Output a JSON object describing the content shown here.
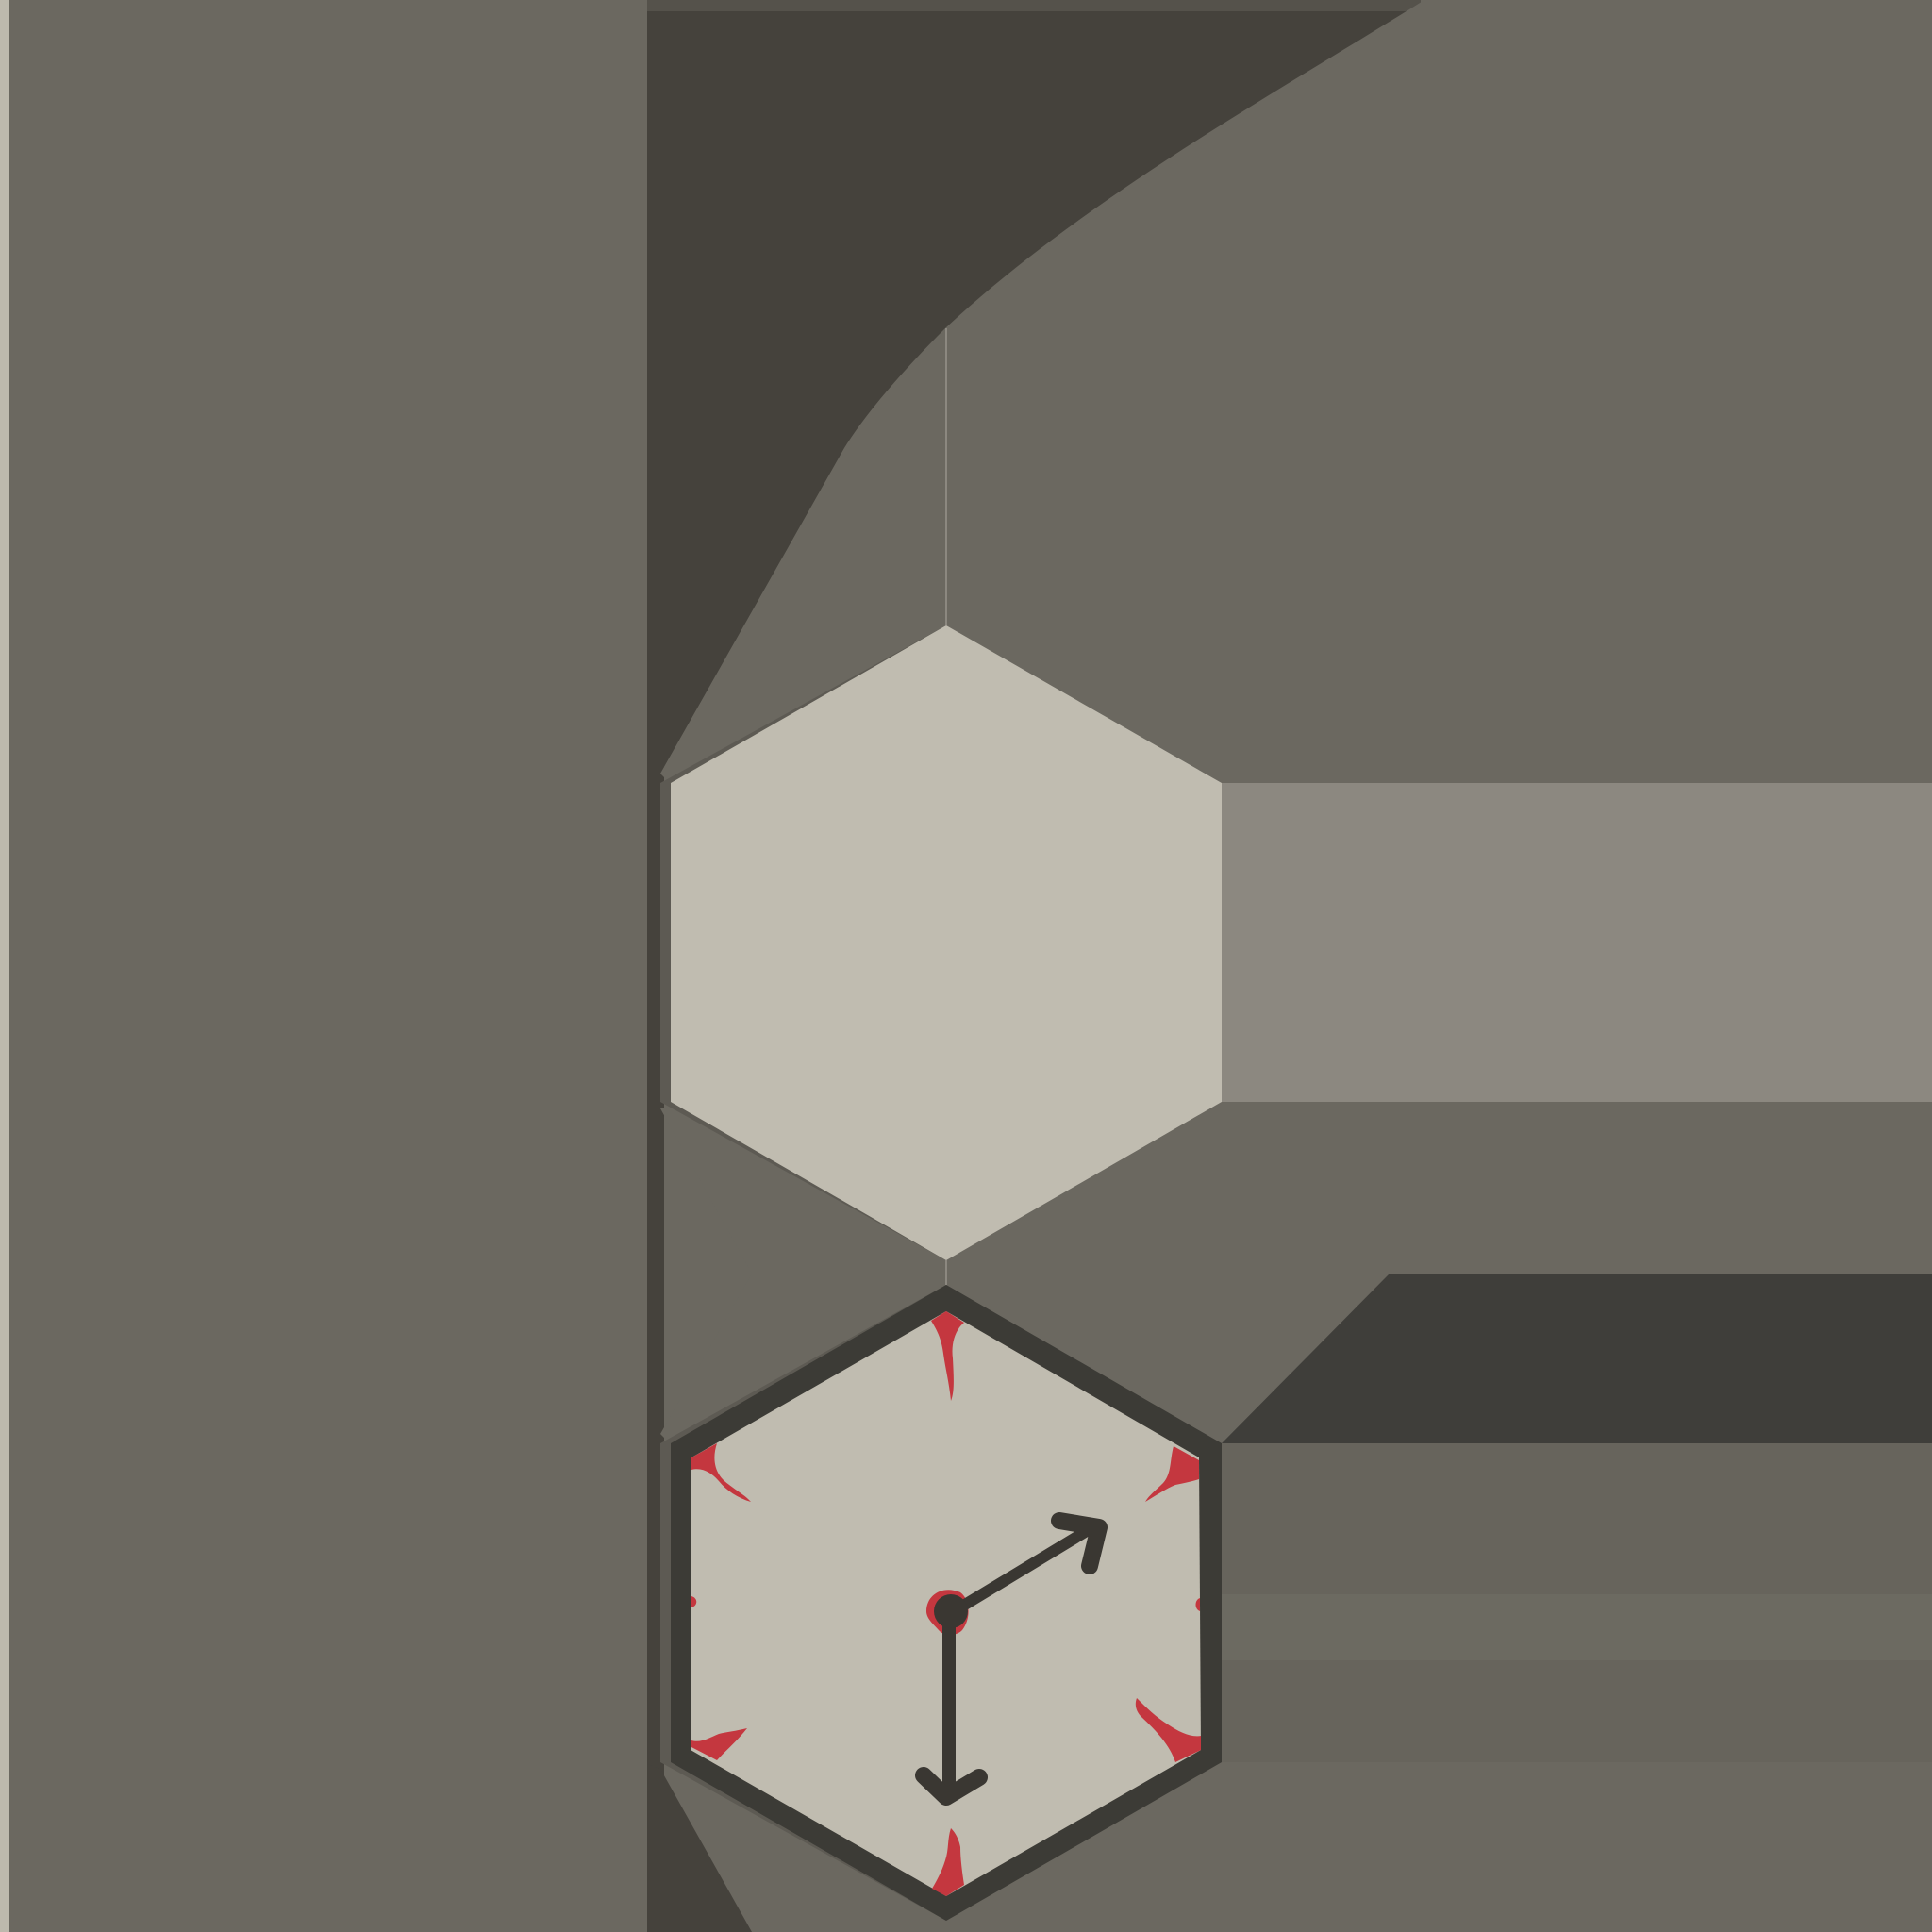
{
  "scene": {
    "palette": {
      "panel": "#6b6860",
      "dark_channel": "#45423c",
      "hex_face": "#c0bcb0",
      "right_band": "#8c8880",
      "strip_dark": "#3f3e3a",
      "clock_outline": "#3c3b36",
      "clock_marks": "#c4373f",
      "hands": "#3a3732",
      "left_border": "#bdb9ad"
    },
    "tiles": [
      {
        "name": "blank-hex-tile",
        "icon": "empty-hexagon"
      },
      {
        "name": "clock-hex-tile",
        "icon": "clock-icon",
        "hour_hand_direction": "up-right",
        "minute_hand_direction": "down"
      }
    ]
  }
}
